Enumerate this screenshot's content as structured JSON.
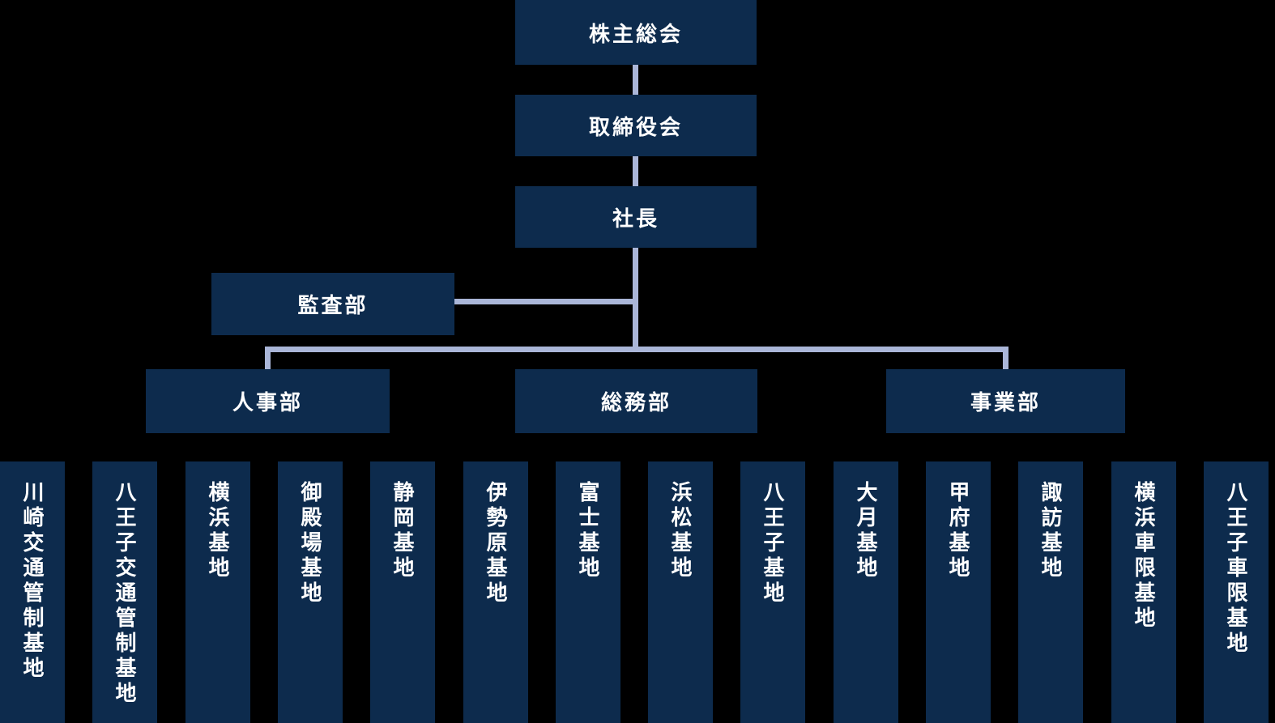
{
  "colors": {
    "background": "#000000",
    "box": "#0d2b4d",
    "text": "#ffffff",
    "line": "#aab6d8"
  },
  "chart": {
    "type": "org-chart",
    "top_nodes": [
      {
        "label": "株主総会"
      },
      {
        "label": "取締役会"
      },
      {
        "label": "社長"
      }
    ],
    "audit": {
      "label": "監査部"
    },
    "departments": [
      {
        "label": "人事部"
      },
      {
        "label": "総務部"
      },
      {
        "label": "事業部"
      }
    ],
    "bases": [
      {
        "label": "川崎交通管制基地"
      },
      {
        "label": "八王子交通管制基地"
      },
      {
        "label": "横浜基地"
      },
      {
        "label": "御殿場基地"
      },
      {
        "label": "静岡基地"
      },
      {
        "label": "伊勢原基地"
      },
      {
        "label": "富士基地"
      },
      {
        "label": "浜松基地"
      },
      {
        "label": "八王子基地"
      },
      {
        "label": "大月基地"
      },
      {
        "label": "甲府基地"
      },
      {
        "label": "諏訪基地"
      },
      {
        "label": "横浜車限基地"
      },
      {
        "label": "八王子車限基地"
      }
    ]
  }
}
